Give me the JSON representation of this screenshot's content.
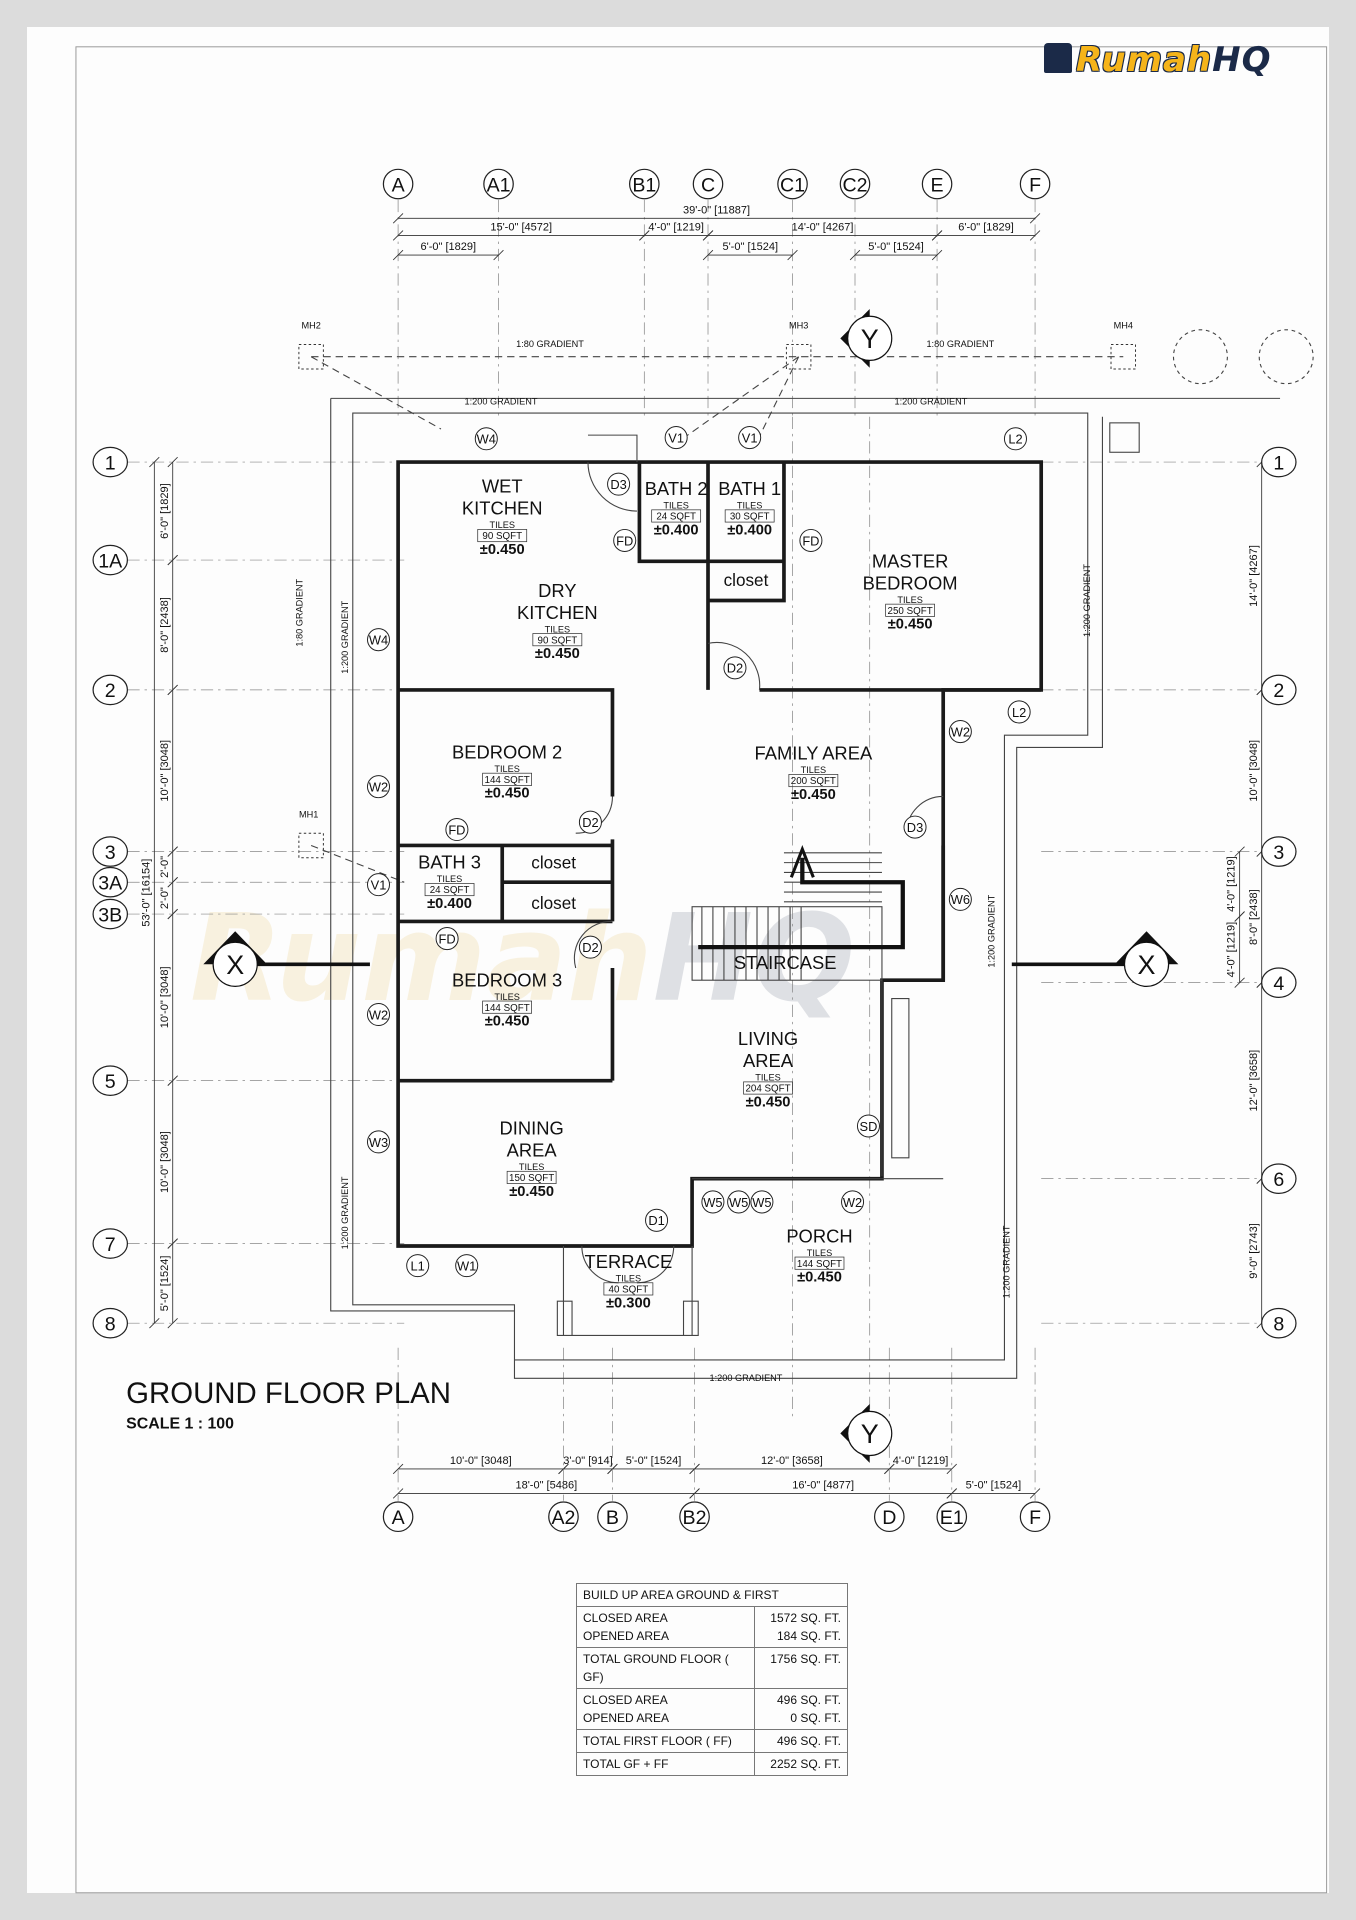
{
  "logo": {
    "text_1": "Rumah",
    "text_2": "HQ"
  },
  "plan": {
    "title": "GROUND FLOOR PLAN",
    "scale": "SCALE 1 : 100"
  },
  "grid_top": [
    "A",
    "A1",
    "B1",
    "C",
    "C1",
    "C2",
    "E",
    "F"
  ],
  "grid_bottom": [
    "A",
    "A2",
    "B",
    "B2",
    "D",
    "E1",
    "F"
  ],
  "grid_left": [
    "1",
    "1A",
    "2",
    "3",
    "3A",
    "3B",
    "5",
    "7",
    "8"
  ],
  "grid_right": [
    "1",
    "2",
    "3",
    "4",
    "6",
    "8"
  ],
  "dims_top": [
    "39'-0\" [11887]",
    "15'-0\" [4572]",
    "4'-0\" [1219]",
    "14'-0\" [4267]",
    "6'-0\" [1829]",
    "6'-0\" [1829]",
    "5'-0\" [1524]",
    "5'-0\" [1524]"
  ],
  "dims_bottom": [
    "10'-0\" [3048]",
    "3'-0\" [914]",
    "5'-0\" [1524]",
    "12'-0\" [3658]",
    "4'-0\" [1219]",
    "18'-0\" [5486]",
    "16'-0\" [4877]",
    "5'-0\" [1524]"
  ],
  "dims_left": [
    "53'-0\" [16154]",
    "6'-0\" [1829]",
    "8'-0\" [2438]",
    "10'-0\" [3048]",
    "2'-0\"",
    "2'-0\"",
    "10'-0\" [3048]",
    "10'-0\" [3048]",
    "5'-0\" [1524]"
  ],
  "dims_right": [
    "14'-0\" [4267]",
    "10'-0\" [3048]",
    "8'-0\" [2438]",
    "12'-0\" [3658]",
    "9'-0\" [2743]",
    "4'-0\" [1219]",
    "4'-0\" [1219]"
  ],
  "rooms": [
    {
      "name": [
        "WET",
        "KITCHEN"
      ],
      "finish": "TILES",
      "area": "90 SQFT",
      "level": "±0.450"
    },
    {
      "name": [
        "DRY",
        "KITCHEN"
      ],
      "finish": "TILES",
      "area": "90 SQFT",
      "level": "±0.450"
    },
    {
      "name": [
        "BATH 2"
      ],
      "finish": "TILES",
      "area": "24 SQFT",
      "level": "±0.400"
    },
    {
      "name": [
        "BATH 1"
      ],
      "finish": "TILES",
      "area": "30 SQFT",
      "level": "±0.400"
    },
    {
      "name": [
        "MASTER",
        "BEDROOM"
      ],
      "finish": "TILES",
      "area": "250 SQFT",
      "level": "±0.450"
    },
    {
      "name": [
        "BEDROOM 2"
      ],
      "finish": "TILES",
      "area": "144 SQFT",
      "level": "±0.450"
    },
    {
      "name": [
        "FAMILY AREA"
      ],
      "finish": "TILES",
      "area": "200 SQFT",
      "level": "±0.450"
    },
    {
      "name": [
        "BATH 3"
      ],
      "finish": "TILES",
      "area": "24 SQFT",
      "level": "±0.400"
    },
    {
      "name": [
        "BEDROOM 3"
      ],
      "finish": "TILES",
      "area": "144 SQFT",
      "level": "±0.450"
    },
    {
      "name": [
        "LIVING",
        "AREA"
      ],
      "finish": "TILES",
      "area": "204 SQFT",
      "level": "±0.450"
    },
    {
      "name": [
        "DINING",
        "AREA"
      ],
      "finish": "TILES",
      "area": "150 SQFT",
      "level": "±0.450"
    },
    {
      "name": [
        "PORCH"
      ],
      "finish": "TILES",
      "area": "144 SQFT",
      "level": "±0.450"
    },
    {
      "name": [
        "TERRACE"
      ],
      "finish": "TILES",
      "area": "40 SQFT",
      "level": "±0.300"
    }
  ],
  "closets": [
    "closet",
    "closet",
    "closet"
  ],
  "staircase": "STAIRCASE",
  "tags": [
    "W4",
    "V1",
    "V1",
    "D3",
    "FD",
    "FD",
    "L2",
    "L2",
    "D2",
    "W4",
    "W2",
    "W2",
    "D2",
    "D3",
    "FD",
    "V1",
    "FD",
    "W6",
    "D2",
    "W2",
    "W3",
    "SD",
    "D1",
    "W5",
    "W5",
    "W5",
    "W2",
    "L1",
    "W1"
  ],
  "manholes": [
    "MH1",
    "MH2",
    "MH3",
    "MH4"
  ],
  "gradients": [
    "1:80 GRADIENT",
    "1:80 GRADIENT",
    "1:200 GRADIENT",
    "1:200 GRADIENT",
    "1:200 GRADIENT",
    "1:80 GRADIENT",
    "1:200 GRADIENT",
    "1:200 GRADIENT",
    "1:200 GRADIENT",
    "1:200 GRADIENT",
    "1:200 GRADIENT"
  ],
  "section_marks": [
    "X",
    "X",
    "Y",
    "Y"
  ],
  "table": {
    "header": "BUILD UP AREA GROUND & FIRST",
    "rows": [
      {
        "labels": [
          "CLOSED AREA",
          "OPENED AREA"
        ],
        "values": [
          "1572 SQ. FT.",
          "184 SQ. FT."
        ]
      },
      {
        "labels": [
          "TOTAL GROUND FLOOR  ( GF)"
        ],
        "values": [
          "1756 SQ. FT."
        ]
      },
      {
        "labels": [
          "CLOSED AREA",
          "OPENED AREA"
        ],
        "values": [
          "496 SQ. FT.",
          "0 SQ. FT."
        ]
      },
      {
        "labels": [
          "TOTAL FIRST FLOOR  ( FF)"
        ],
        "values": [
          "496 SQ. FT."
        ]
      },
      {
        "labels": [
          "TOTAL GF + FF"
        ],
        "values": [
          "2252 SQ. FT."
        ]
      }
    ]
  }
}
